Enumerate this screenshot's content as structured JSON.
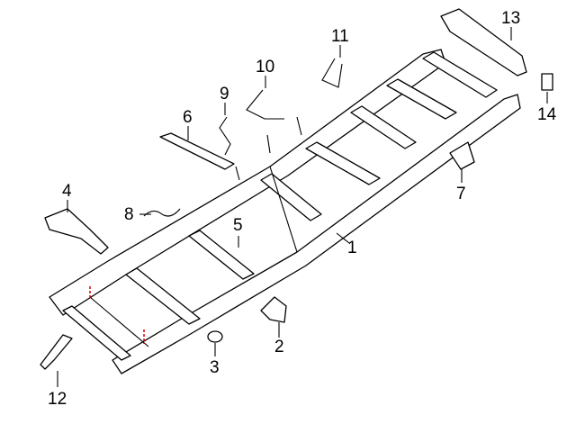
{
  "diagram": {
    "title": "Frame assembly parts diagram",
    "callouts": [
      {
        "id": "1",
        "label": "1"
      },
      {
        "id": "2",
        "label": "2"
      },
      {
        "id": "3",
        "label": "3"
      },
      {
        "id": "4",
        "label": "4"
      },
      {
        "id": "5",
        "label": "5"
      },
      {
        "id": "6",
        "label": "6"
      },
      {
        "id": "7",
        "label": "7"
      },
      {
        "id": "8",
        "label": "8"
      },
      {
        "id": "9",
        "label": "9"
      },
      {
        "id": "10",
        "label": "10"
      },
      {
        "id": "11",
        "label": "11"
      },
      {
        "id": "12",
        "label": "12"
      },
      {
        "id": "13",
        "label": "13"
      },
      {
        "id": "14",
        "label": "14"
      }
    ],
    "accent_color": "#d00000"
  }
}
